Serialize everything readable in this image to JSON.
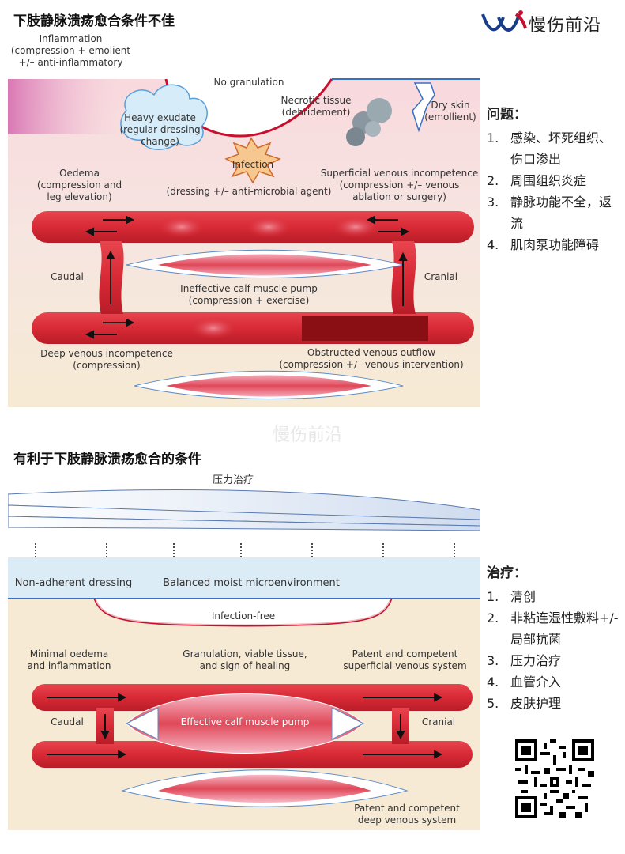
{
  "top": {
    "title": "下肢静脉溃疡愈合条件不佳",
    "labels": {
      "inflammation": "Inflammation\n(compression + emolient\n+/– anti-inflammatory",
      "no_granulation": "No granulation",
      "heavy_exudate": "Heavy exudate\n(regular dressing\nchange)",
      "necrotic": "Necrotic tissue\n(debridement)",
      "dry_skin": "Dry skin\n(emollient)",
      "infection": "Infection",
      "dressing": "(dressing +/– anti-microbial agent)",
      "oedema": "Oedema\n(compression and\nleg elevation)",
      "superficial": "Superficial venous incompetence\n(compression +/– venous\nablation or surgery)",
      "caudal": "Caudal",
      "cranial": "Cranial",
      "calf_pump": "Ineffective calf muscle pump\n(compression + exercise)",
      "deep": "Deep venous incompetence\n(compression)",
      "obstructed": "Obstructed venous outflow\n(compression +/– venous intervention)"
    }
  },
  "brand": {
    "name": "慢伤前沿",
    "watermark": "慢伤前沿",
    "colors": {
      "logo_red": "#c8102e",
      "logo_blue": "#1a3a8a"
    }
  },
  "problems": {
    "heading": "问题：",
    "items": [
      {
        "n": "1.",
        "text": "感染、坏死组织、伤口渗出"
      },
      {
        "n": "2.",
        "text": "周围组织炎症"
      },
      {
        "n": "3.",
        "text": "静脉功能不全，返流"
      },
      {
        "n": "4.",
        "text": "肌肉泵功能障碍"
      }
    ]
  },
  "bottom": {
    "title": "有利于下肢静脉溃疡愈合的条件",
    "labels": {
      "compression": "压力治疗",
      "non_adherent": "Non-adherent dressing",
      "balanced": "Balanced moist microenvironment",
      "infection_free": "Infection-free",
      "minimal_oedema": "Minimal oedema\nand inflammation",
      "granulation": "Granulation, viable tissue,\nand sign of healing",
      "patent_superficial": "Patent and competent\nsuperficial venous system",
      "caudal": "Caudal",
      "cranial": "Cranial",
      "effective_pump": "Effective calf muscle pump",
      "patent_deep": "Patent and competent\ndeep venous system"
    }
  },
  "treatment": {
    "heading": "治疗：",
    "items": [
      {
        "n": "1.",
        "text": "清创"
      },
      {
        "n": "2.",
        "text": "非粘连湿性敷料+/-局部抗菌"
      },
      {
        "n": "3.",
        "text": "压力治疗"
      },
      {
        "n": "4.",
        "text": "血管介入"
      },
      {
        "n": "5.",
        "text": "皮肤护理"
      }
    ]
  },
  "colors": {
    "vein": "#d82a36",
    "vein_dark": "#9c1016",
    "skin": "#f6ead4",
    "pink": "#d978b4",
    "blue_band": "#dcecf6"
  }
}
